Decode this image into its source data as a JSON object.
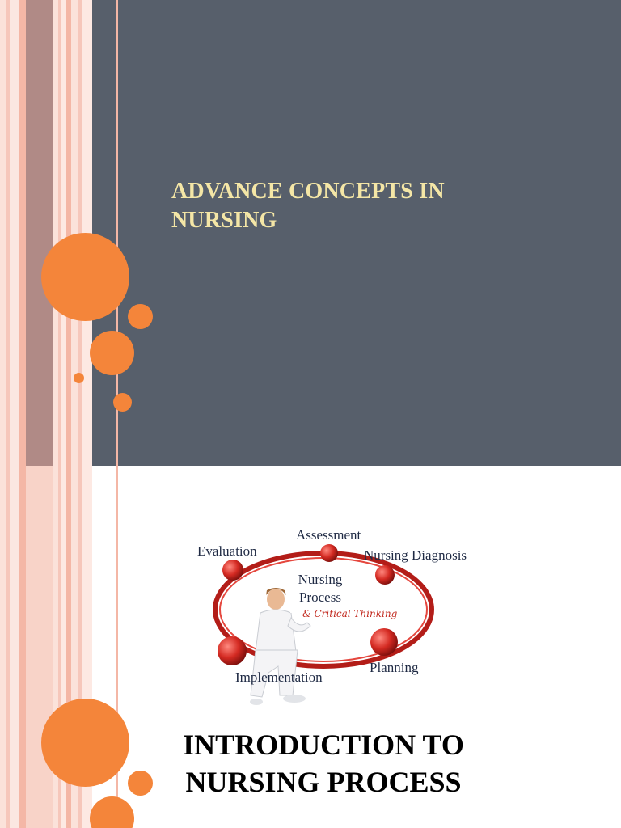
{
  "slide1": {
    "title_line1": "ADVANCE CONCEPTS IN",
    "title_line2": "NURSING"
  },
  "slide2": {
    "diagram": {
      "stages": {
        "assessment": "Assessment",
        "nursing_diagnosis": "Nursing Diagnosis",
        "planning": "Planning",
        "implementation": "Implementation",
        "evaluation": "Evaluation"
      },
      "center_line1": "Nursing",
      "center_line2": "Process",
      "center_script": "& Critical Thinking"
    },
    "title_line1": "INTRODUCTION TO",
    "title_line2": "NURSING PROCESS"
  },
  "colors": {
    "slide_background": "#575f6b",
    "accent_orange": "#f4853a",
    "title_yellow": "#f4e6a6",
    "stripe_pink": "#f6c7bb",
    "ring_red": "#d42a22"
  }
}
